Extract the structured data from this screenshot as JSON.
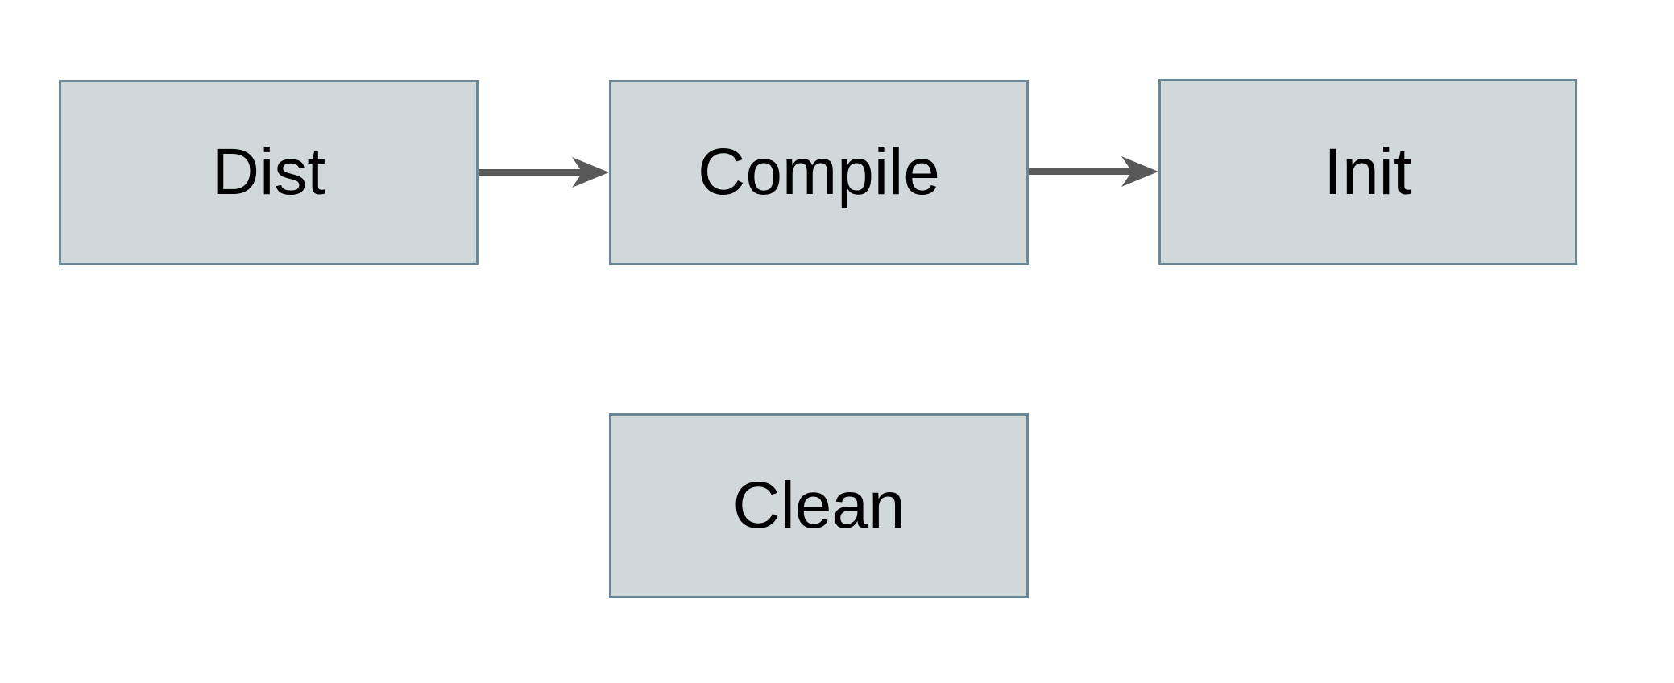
{
  "diagram": {
    "type": "flowchart",
    "colors": {
      "background": "#ffffff",
      "node_fill": "#d0d8da",
      "node_border": "#6b8795",
      "arrow": "#595959",
      "text": "#000000"
    },
    "nodes": [
      {
        "id": "dist",
        "label": "Dist"
      },
      {
        "id": "compile",
        "label": "Compile"
      },
      {
        "id": "init",
        "label": "Init"
      },
      {
        "id": "clean",
        "label": "Clean"
      }
    ],
    "edges": [
      {
        "from": "Dist",
        "to": "Compile"
      },
      {
        "from": "Compile",
        "to": "Init"
      }
    ]
  }
}
